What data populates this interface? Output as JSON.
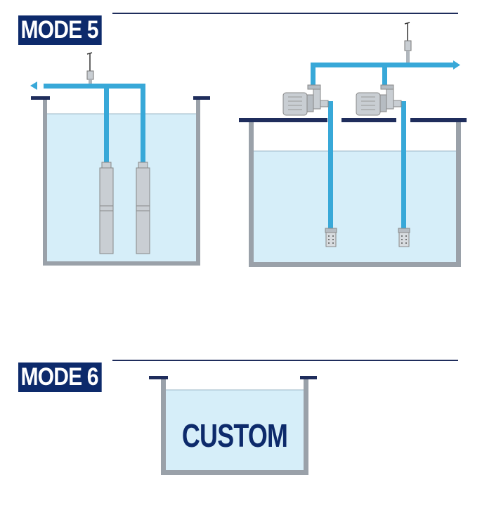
{
  "mode5": {
    "label": "MODE 5"
  },
  "mode6": {
    "label": "MODE 6",
    "custom_text": "CUSTOM"
  },
  "colors": {
    "label_bg": "#0d2a6b",
    "pipe": "#38a8d8",
    "water": "#d6eef9",
    "tank_wall": "#9aa1a9",
    "rim": "#1f2d5c",
    "pump": "#c9ced3"
  },
  "icons": [
    "pressure-sensor-icon",
    "submersible-pump-icon",
    "surface-pump-icon",
    "flow-arrow-icon",
    "strainer-icon"
  ]
}
